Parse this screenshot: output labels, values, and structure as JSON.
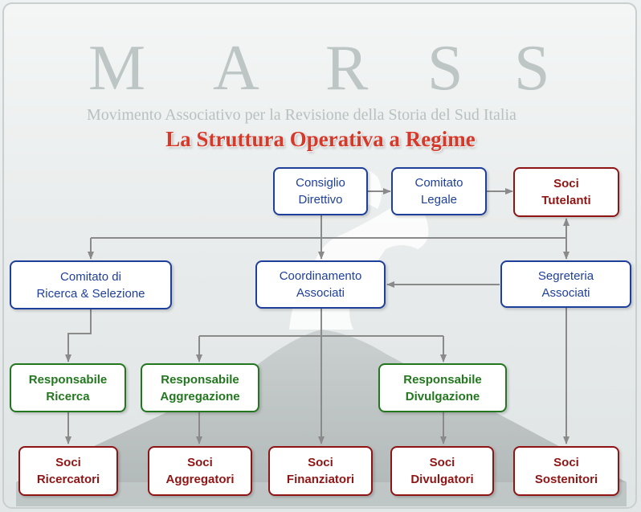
{
  "logo": {
    "letters": [
      "M",
      "A",
      "R",
      "S",
      "S"
    ],
    "subtitle": "Movimento  Associativo per la  Revisione della Storia del  Sud Italia"
  },
  "title": "La Struttura Operativa a Regime",
  "colors": {
    "blue": "#1e3f9a",
    "green": "#23771f",
    "red": "#8f1515",
    "title": "#d6392a",
    "connector": "#8a8a8a"
  },
  "nodes": {
    "consiglio": [
      "Consiglio",
      "Direttivo"
    ],
    "comitato_legale": [
      "Comitato",
      "Legale"
    ],
    "soci_tutelanti": [
      "Soci",
      "Tutelanti"
    ],
    "comitato_ricerca": [
      "Comitato di",
      "Ricerca & Selezione"
    ],
    "coordinamento": [
      "Coordinamento",
      "Associati"
    ],
    "segreteria": [
      "Segreteria",
      "Associati"
    ],
    "resp_ricerca": [
      "Responsabile",
      "Ricerca"
    ],
    "resp_aggregazione": [
      "Responsabile",
      "Aggregazione"
    ],
    "resp_divulgazione": [
      "Responsabile",
      "Divulgazione"
    ],
    "soci_ricercatori": [
      "Soci",
      "Ricercatori"
    ],
    "soci_aggregatori": [
      "Soci",
      "Aggregatori"
    ],
    "soci_finanziatori": [
      "Soci",
      "Finanziatori"
    ],
    "soci_divulgatori": [
      "Soci",
      "Divulgatori"
    ],
    "soci_sostenitori": [
      "Soci",
      "Sostenitori"
    ]
  }
}
